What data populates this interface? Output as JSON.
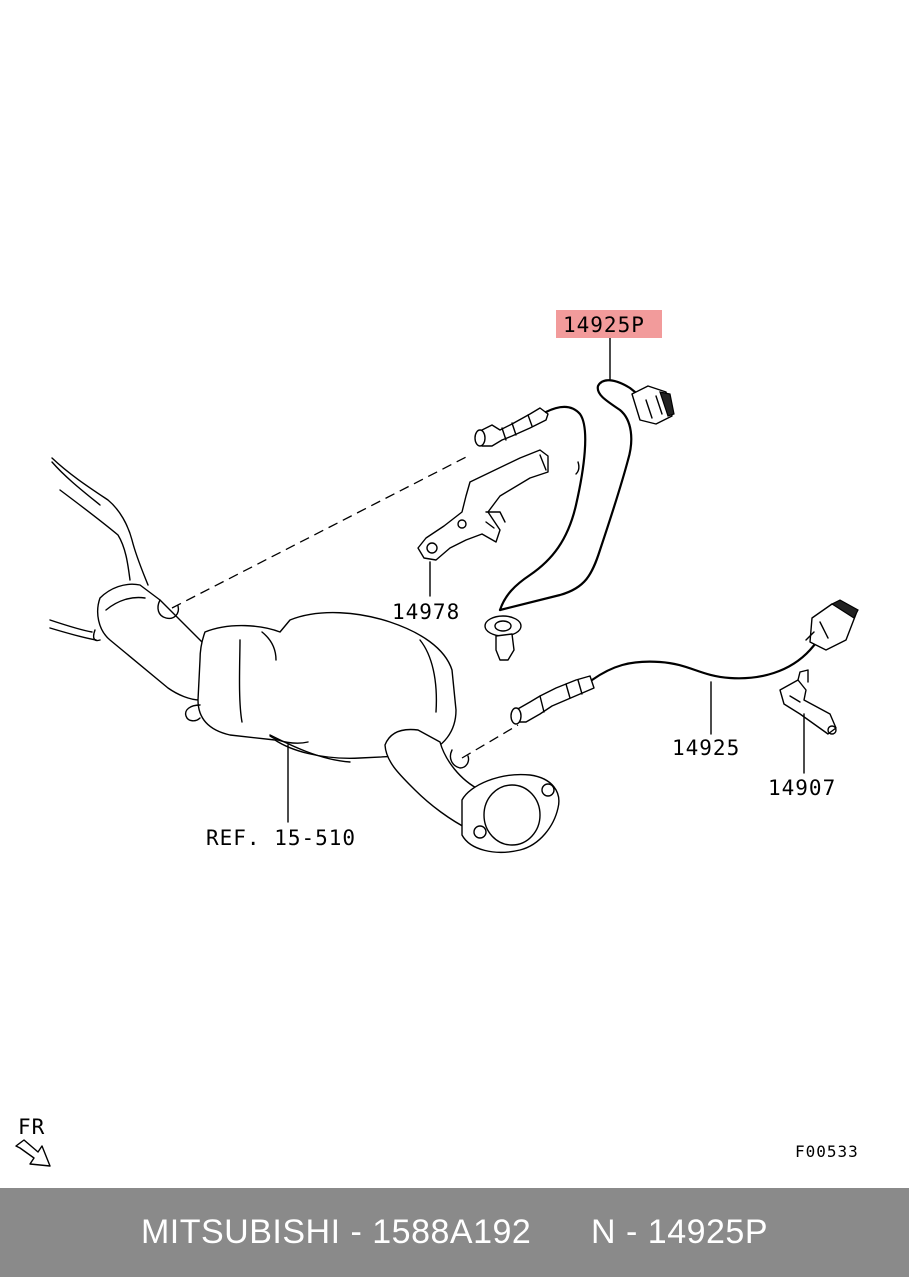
{
  "diagram": {
    "labels": {
      "highlighted_part": "14925P",
      "bracket_part": "14978",
      "rear_sensor_part": "14925",
      "clip_part": "14907",
      "reference": "REF. 15-510",
      "front_indicator": "FR",
      "figure_code": "F00533"
    },
    "colors": {
      "highlight": "#f29b9b",
      "line": "#000000",
      "footer_bg": "#8a8a8a",
      "footer_text": "#ffffff"
    }
  },
  "footer": {
    "brand": "MITSUBISHI",
    "separator": " - ",
    "part_number": "1588A192",
    "gap": "      ",
    "position_prefix": "N",
    "position_separator": " - ",
    "position_number": "14925P"
  }
}
